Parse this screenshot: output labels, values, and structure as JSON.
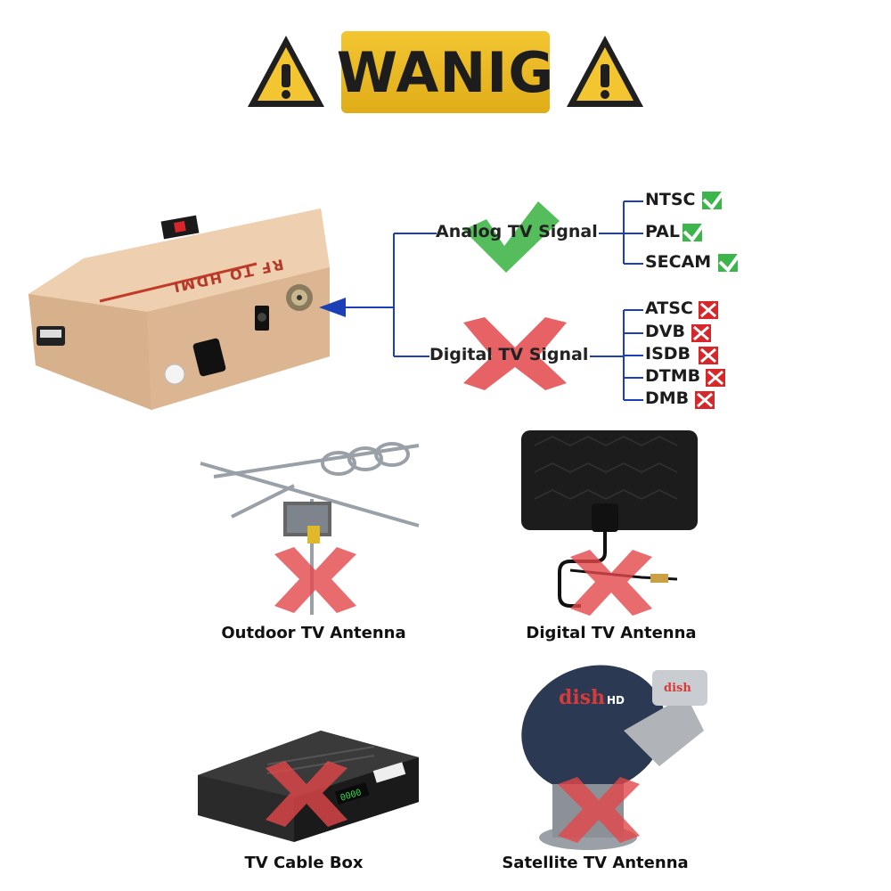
{
  "banner": {
    "text": "WANIG"
  },
  "device": {
    "label": "RF TO HDMI"
  },
  "signals": [
    {
      "name": "Analog TV Signal",
      "supported": true,
      "standards": [
        "NTSC",
        "PAL",
        "SECAM"
      ]
    },
    {
      "name": "Digital TV Signal",
      "supported": false,
      "standards": [
        "ATSC",
        "DVB",
        "ISDB",
        "DTMB",
        "DMB"
      ]
    }
  ],
  "sources": [
    {
      "name": "Outdoor TV Antenna",
      "supported": false
    },
    {
      "name": "Digital TV Antenna",
      "supported": false
    },
    {
      "name": "TV Cable Box",
      "supported": false
    },
    {
      "name": "Satellite TV Antenna",
      "supported": false,
      "brand": "dish",
      "brand_suffix": "HD"
    }
  ],
  "cable_box_display": "0000",
  "colors": {
    "accent": "#e8b820",
    "line": "#1c3fb5",
    "check": "#3cb54a",
    "cross": "#d6282b"
  }
}
